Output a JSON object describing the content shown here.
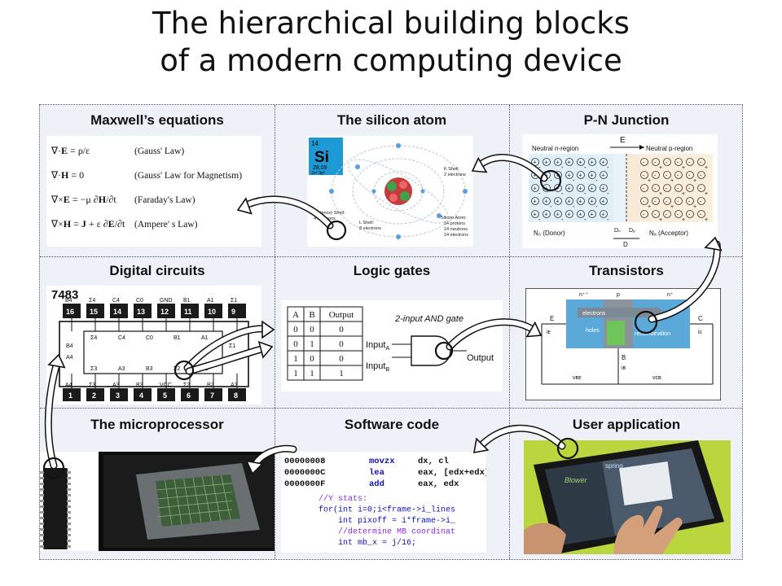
{
  "title": {
    "line1": "The hierarchical building blocks",
    "line2": "of a modern computing device"
  },
  "cells": {
    "maxwell": {
      "label": "Maxwell’s equations",
      "laws": [
        "(Gauss' Law)",
        "(Gauss' Law for Magnetism)",
        "(Faraday's Law)",
        "(Ampere' s Law)"
      ]
    },
    "silicon": {
      "label": "The silicon atom",
      "symbol": "Si",
      "number": "14",
      "mass": "28.09",
      "config": "2s² 3p²",
      "m_shell": [
        "M (Valence) Shell:",
        "4 electrons"
      ],
      "l_shell": [
        "L Shell:",
        "8 electrons"
      ],
      "k_shell": [
        "K Shell:",
        "2 electrons"
      ],
      "atom_info": [
        "Silicon Atom:",
        "14 protons",
        "14 neutrons",
        "14 electrons"
      ]
    },
    "pn": {
      "label": "P-N Junction",
      "e_field": "E",
      "n_region": "Neutral n-region",
      "p_region": "Neutral p-region",
      "donor": "N₀ (Donor)",
      "acceptor": "Nₐ (Acceptor)",
      "dn": "Dₙ",
      "dp": "Dₚ",
      "d": "D"
    },
    "digital": {
      "label": "Digital circuits",
      "chip": "7483",
      "top_pins": [
        "16",
        "15",
        "14",
        "13",
        "12",
        "11",
        "10",
        "9"
      ],
      "bottom_pins": [
        "1",
        "2",
        "3",
        "4",
        "5",
        "6",
        "7",
        "8"
      ],
      "top_signals": [
        "B4",
        "Σ4",
        "C4",
        "C0",
        "GND",
        "B1",
        "A1",
        "Σ1"
      ],
      "bottom_signals": [
        "A4",
        "Σ3",
        "A3",
        "B3",
        "VCC",
        "Σ2",
        "B2",
        "A2"
      ],
      "inner_top": [
        "Σ4",
        "C4",
        "C0",
        "B1",
        "A1"
      ],
      "inner_bottom": [
        "Σ3",
        "A3",
        "B3",
        "Σ2",
        "B2"
      ],
      "inner_left": [
        "B4",
        "A4"
      ],
      "inner_right": [
        "Σ1",
        "A2"
      ]
    },
    "logic": {
      "label": "Logic gates",
      "table_header": [
        "A",
        "B",
        "Output"
      ],
      "table_rows": [
        [
          "0",
          "0",
          "0"
        ],
        [
          "0",
          "1",
          "0"
        ],
        [
          "1",
          "0",
          "0"
        ],
        [
          "1",
          "1",
          "1"
        ]
      ],
      "gate_title": "2-input AND gate",
      "input_a": "Input",
      "input_a_sub": "A",
      "input_b": "Input",
      "input_b_sub": "B",
      "output": "Output"
    },
    "transistors": {
      "label": "Transistors",
      "n_plus": "n⁺⁺",
      "p": "p",
      "n": "n⁺",
      "electrons": "electrons",
      "holes": "holes",
      "recombination": "recombination",
      "E": "E",
      "C": "C",
      "B": "B",
      "i_e": "iᴇ",
      "i_c": "iᴄ",
      "i_b": "iʙ",
      "v_be": "vʙᴇ",
      "v_cb": "vᴄʙ"
    },
    "microprocessor": {
      "label": "The microprocessor"
    },
    "software": {
      "label": "Software code",
      "asm": [
        [
          "00000008",
          "movzx",
          "dx, cl"
        ],
        [
          "0000000C",
          "lea",
          "eax, [edx+edx]"
        ],
        [
          "0000000F",
          "add",
          "eax, edx"
        ]
      ],
      "code": [
        "//Y stats:",
        "for(int i=0;i<frame->i_lines",
        "    int pixoff = i*frame->i_",
        "    //determine MB coordinat",
        "    int mb_x = j/16;"
      ]
    },
    "application": {
      "label": "User application",
      "screen_text": "spring",
      "app_title": "Blower"
    }
  },
  "colors": {
    "grid_bg": "#eef1f8",
    "arrow_fill": "#ffffff",
    "arrow_stroke": "#111111",
    "pin_box": "#1a1a1a",
    "si_tile": "#1d9ad6",
    "pn_n": "#dff0f9",
    "pn_p": "#fbeedb",
    "transistor_blue": "#5aa9d8",
    "transistor_grey": "#8c9299",
    "transistor_green": "#6fc55a",
    "code_blue": "#1010c0",
    "code_purple": "#8a2be2",
    "code_green": "#2e8b2e"
  },
  "icons": [
    "highlight-circle-icon",
    "curved-arrow-icon"
  ]
}
